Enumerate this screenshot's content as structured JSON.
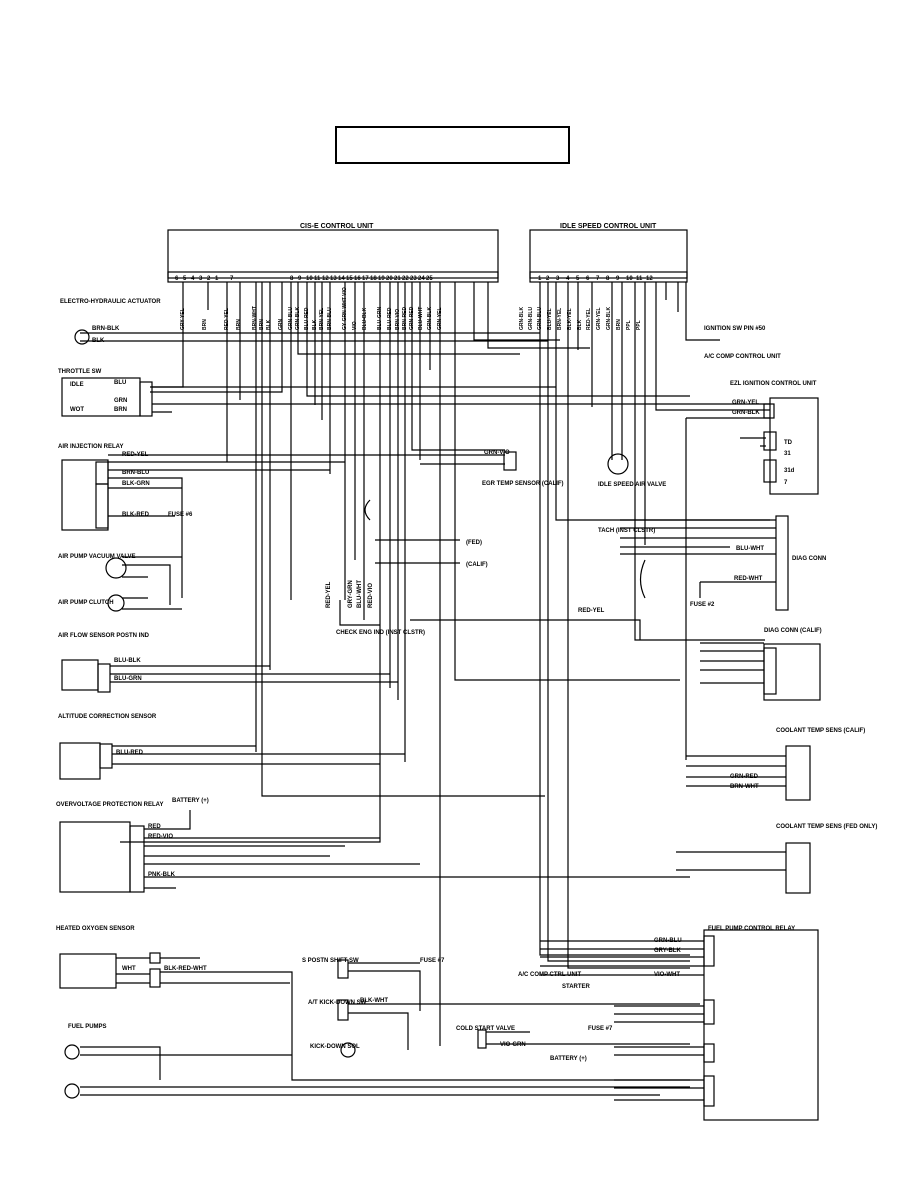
{
  "title_box_text": "",
  "control_units": {
    "cis_e": "CIS-E CONTROL UNIT",
    "idle_speed": "IDLE SPEED CONTROL UNIT"
  },
  "cis_pins": [
    "6",
    "5",
    "4",
    "3",
    "2",
    "1",
    "7",
    "8",
    "9",
    "10",
    "11",
    "12",
    "13",
    "14",
    "15",
    "16",
    "17",
    "18",
    "19",
    "20",
    "21",
    "22",
    "23",
    "24",
    "25"
  ],
  "isc_pins": [
    "1",
    "2",
    "3",
    "4",
    "5",
    "6",
    "7",
    "8",
    "9",
    "10",
    "11",
    "12"
  ],
  "cis_wires": [
    "GRY-YEL",
    "BRN",
    "RED-YEL",
    "BRN",
    "BRN-WHT",
    "BRN",
    "BLK",
    "GRN",
    "GRN-BLU",
    "GRN-BLK",
    "BLU-RED",
    "BLK",
    "BRN-YEL",
    "BRN-BLU",
    "GY-GRN-WHT-VIO",
    "VIO",
    "BLU-BLK",
    "BLU-GRN",
    "BLU-RED",
    "BRN-VIO",
    "BRN-RED",
    "GRN-RED",
    "BLU-WHT",
    "GRN-BLK",
    "GRN-YEL"
  ],
  "isc_wires": [
    "GRN-BLK",
    "GRN-BLU",
    "GRN-BLU",
    "BLU-YEL",
    "BRN-YEL",
    "BLK-YEL",
    "BLK",
    "RED-YEL",
    "GRN-YEL",
    "GRN-BLK",
    "BRN",
    "PPL",
    "PPL"
  ],
  "components": {
    "electro_hydraulic": "ELECTRO-HYDRAULIC ACTUATOR",
    "throttle_sw": "THROTTLE SW",
    "idle": "IDLE",
    "wot": "WOT",
    "air_injection_relay": "AIR INJECTION RELAY",
    "fuse6": "FUSE #6",
    "air_pump_vacuum_valve": "AIR PUMP VACUUM VALVE",
    "air_pump_clutch": "AIR PUMP CLUTCH",
    "air_flow_sensor": "AIR FLOW SENSOR POSTN IND",
    "altitude_correction": "ALTITUDE CORRECTION SENSOR",
    "overvoltage_relay": "OVERVOLTAGE PROTECTION RELAY",
    "battery_plus": "BATTERY (+)",
    "heated_oxygen": "HEATED OXYGEN SENSOR",
    "fuel_pumps": "FUEL PUMPS",
    "ignition_sw": "IGNITION SW PIN #50",
    "ac_comp_cu": "A/C COMP CONTROL UNIT",
    "ezl": "EZL IGNITION CONTROL UNIT",
    "egr_temp": "EGR TEMP SENSOR (CALIF)",
    "idle_speed_air_valve": "IDLE SPEED AIR VALVE",
    "tach": "TACH (INST CLSTR)",
    "fed": "(FED)",
    "calif": "(CALIF)",
    "diag_conn": "DIAG CONN",
    "fuse2": "FUSE #2",
    "check_eng": "CHECK ENG IND (INST CLSTR)",
    "diag_conn_calif": "DIAG CONN (CALIF)",
    "coolant_calif": "COOLANT TEMP SENS (CALIF)",
    "coolant_fed": "COOLANT TEMP SENS (FED ONLY)",
    "fuel_pump_relay": "FUEL PUMP CONTROL RELAY",
    "s_postn_shift": "S POSTN SHIFT SW",
    "fuse7": "FUSE #7",
    "at_kickdown_sw": "A/T KICK-DOWN SW",
    "kickdown_sol": "KICK-DOWN SOL",
    "cold_start_valve": "COLD START VALVE",
    "ac_comp_ctrl_unit": "A/C COMP CTRL UNIT",
    "starter": "STARTER",
    "fuse7_label": "FUSE #7",
    "battery_relay": "BATTERY (+)"
  },
  "ezl_pins": [
    "TD",
    "31",
    "31d",
    "7"
  ],
  "labels": {
    "brn_blk": "BRN-BLK",
    "blk": "BLK",
    "blu": "BLU",
    "grn": "GRN",
    "brn": "BRN",
    "red_yel": "RED-YEL",
    "brn_blu": "BRN-BLU",
    "blk_grn": "BLK-GRN",
    "blk_red": "BLK-RED",
    "blu_blk": "BLU-BLK",
    "blu_grn": "BLU-GRN",
    "blu_red": "BLU-RED",
    "red": "RED",
    "red_vio": "RED-VIO",
    "pnk_blk": "PNK-BLK",
    "wht": "WHT",
    "blk_red_wht": "BLK-RED-WHT",
    "grn_vio": "GRN-VIO",
    "grn_yel": "GRN-YEL",
    "grn_blk": "GRN-BLK",
    "blu_wht": "BLU-WHT",
    "red_wht": "RED-WHT",
    "grn_red": "GRN-RED",
    "brn_wht": "BRN-WHT",
    "grn_blu": "GRN-BLU",
    "gry_blk": "GRY-BLK",
    "vio_wht": "VIO-WHT",
    "blk_wht": "BLK-WHT",
    "vio_grn": "VIO-GRN",
    "red_yel_v": "RED-YEL",
    "gry_grn": "GRY-GRN",
    "red_vio_v": "RED-VIO"
  },
  "colors": {
    "ink": "#000000",
    "paper": "#ffffff"
  }
}
